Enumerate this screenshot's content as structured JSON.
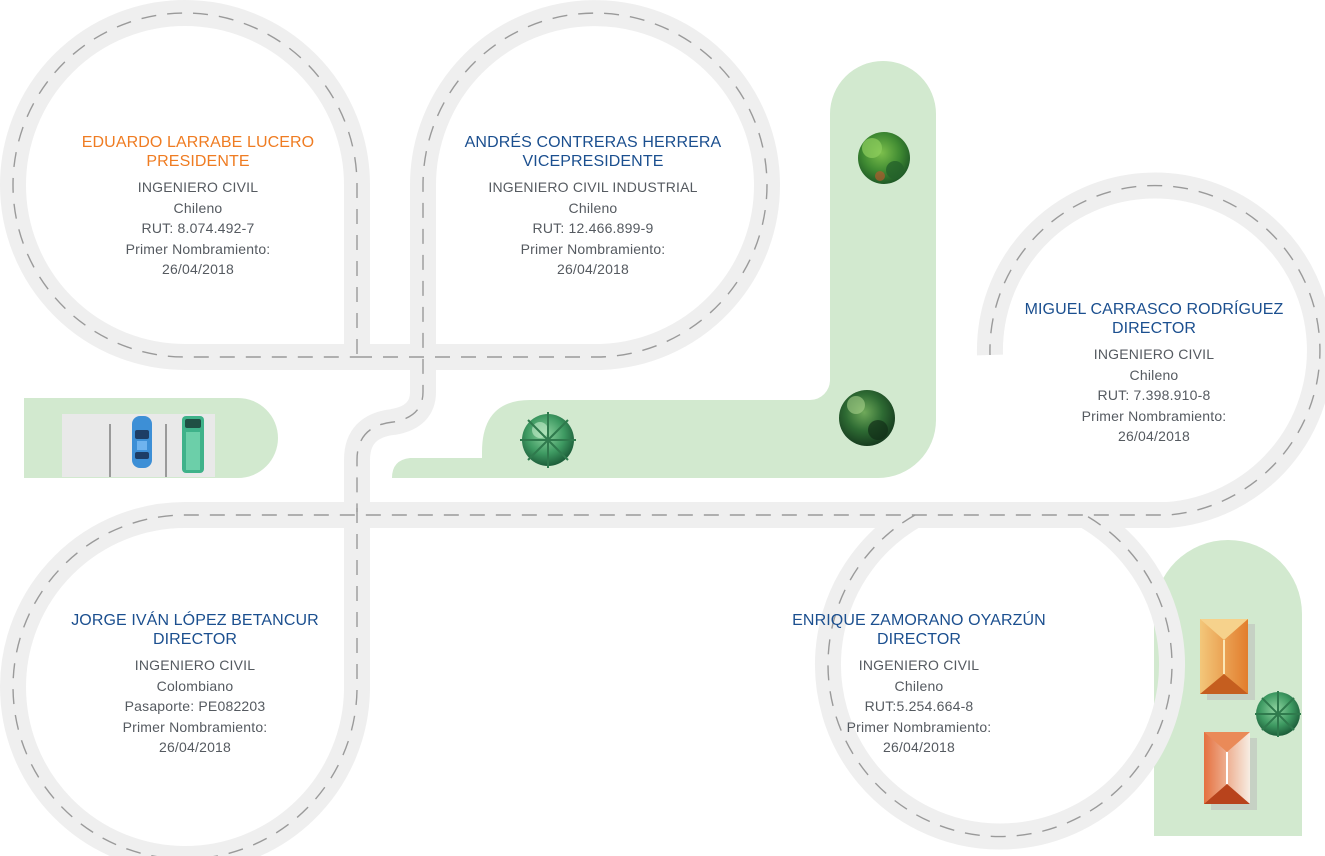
{
  "colors": {
    "road": "#efefef",
    "road_dash": "#9a9a9a",
    "lawn": "#d2e9cf",
    "parking": "#e9e9e9",
    "name_blue": "#1b4f8f",
    "name_orange": "#ef7c22",
    "text": "#555a60"
  },
  "members": [
    {
      "name": "EDUARDO LARRABE LUCERO",
      "role": "PRESIDENTE",
      "profession": "INGENIERO CIVIL",
      "nationality": "Chileno",
      "id": "RUT: 8.074.492-7",
      "appointment_label": "Primer Nombramiento:",
      "appointment_date": "26/04/2018"
    },
    {
      "name": "ANDRÉS CONTRERAS HERRERA",
      "role": "VICEPRESIDENTE",
      "profession": "INGENIERO CIVIL INDUSTRIAL",
      "nationality": "Chileno",
      "id": "RUT: 12.466.899-9",
      "appointment_label": "Primer Nombramiento:",
      "appointment_date": "26/04/2018"
    },
    {
      "name": "MIGUEL CARRASCO RODRÍGUEZ",
      "role": "DIRECTOR",
      "profession": "INGENIERO CIVIL",
      "nationality": "Chileno",
      "id": "RUT: 7.398.910-8",
      "appointment_label": "Primer Nombramiento:",
      "appointment_date": "26/04/2018"
    },
    {
      "name": "JORGE IVÁN LÓPEZ BETANCUR",
      "role": "DIRECTOR",
      "profession": "INGENIERO CIVIL",
      "nationality": "Colombiano",
      "id": "Pasaporte: PE082203",
      "appointment_label": "Primer Nombramiento:",
      "appointment_date": "26/04/2018"
    },
    {
      "name": "ENRIQUE ZAMORANO OYARZÚN",
      "role": "DIRECTOR",
      "profession": "INGENIERO CIVIL",
      "nationality": "Chileno",
      "id": "RUT:5.254.664-8",
      "appointment_label": "Primer Nombramiento:",
      "appointment_date": "26/04/2018"
    }
  ],
  "icons": [
    "car-blue-icon",
    "van-green-icon",
    "tree-icon",
    "bush-icon",
    "house-roof-icon"
  ]
}
